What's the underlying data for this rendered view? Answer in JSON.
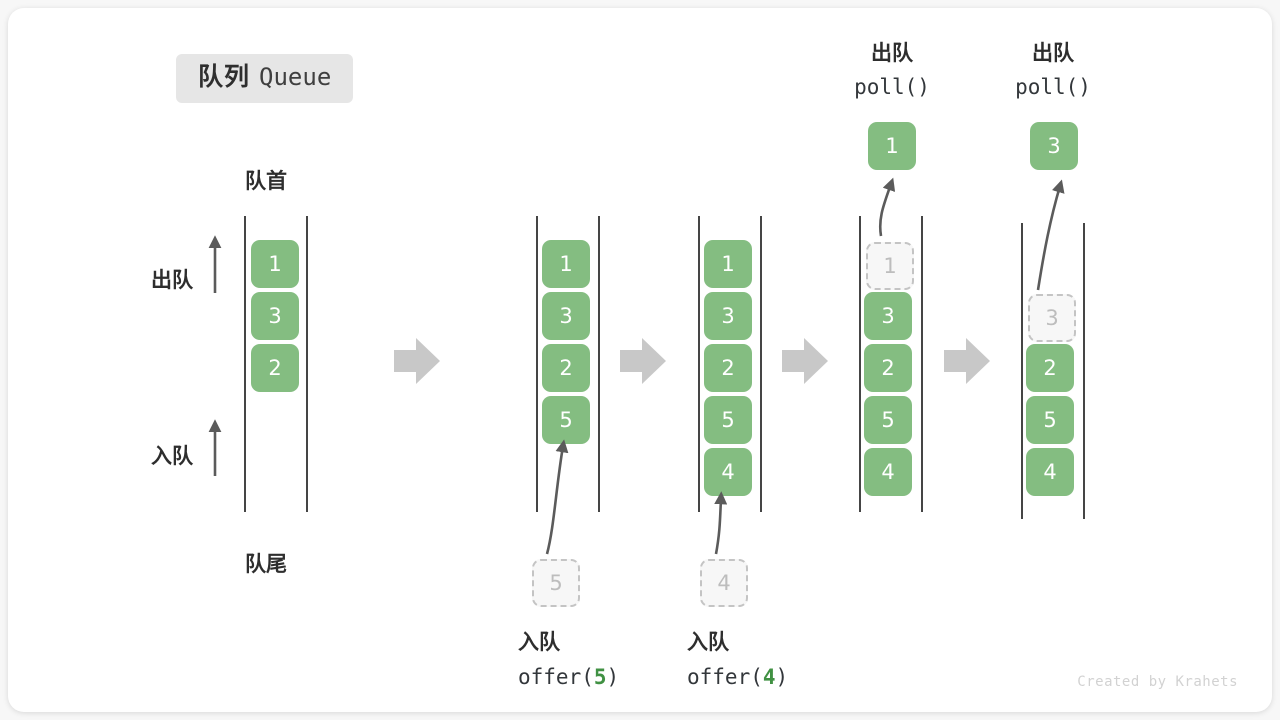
{
  "title": {
    "cn": "队列",
    "en": "Queue"
  },
  "labels": {
    "head": "队首",
    "tail": "队尾",
    "dequeue": "出队",
    "enqueue": "入队"
  },
  "colors": {
    "box_green": "#84bd81",
    "ghost_gray": "#c4c4c4",
    "rail": "#454545",
    "arrow_gray": "#c8c8c8",
    "text": "#2e2e2e",
    "accent": "#409143"
  },
  "footer": "Created by Krahets",
  "steps": [
    {
      "name": "initial",
      "items": [
        "1",
        "3",
        "2"
      ],
      "ghost": null,
      "popped": null,
      "op_cn": null,
      "op_code": null,
      "op_value": null
    },
    {
      "name": "offer-5",
      "items": [
        "1",
        "3",
        "2",
        "5"
      ],
      "ghost": "5",
      "popped": null,
      "op_cn": "入队",
      "op_code": "offer(",
      "op_value": "5",
      "op_code_end": ")"
    },
    {
      "name": "offer-4",
      "items": [
        "1",
        "3",
        "2",
        "5",
        "4"
      ],
      "ghost": "4",
      "popped": null,
      "op_cn": "入队",
      "op_code": "offer(",
      "op_value": "4",
      "op_code_end": ")"
    },
    {
      "name": "poll-1",
      "items": [
        "3",
        "2",
        "5",
        "4"
      ],
      "ghost": "1",
      "popped": "1",
      "op_cn": "出队",
      "op_code": "poll()",
      "op_value": null
    },
    {
      "name": "poll-3",
      "items": [
        "2",
        "5",
        "4"
      ],
      "ghost": "3",
      "popped": "3",
      "op_cn": "出队",
      "op_code": "poll()",
      "op_value": null
    }
  ],
  "transition_arrows": 4
}
